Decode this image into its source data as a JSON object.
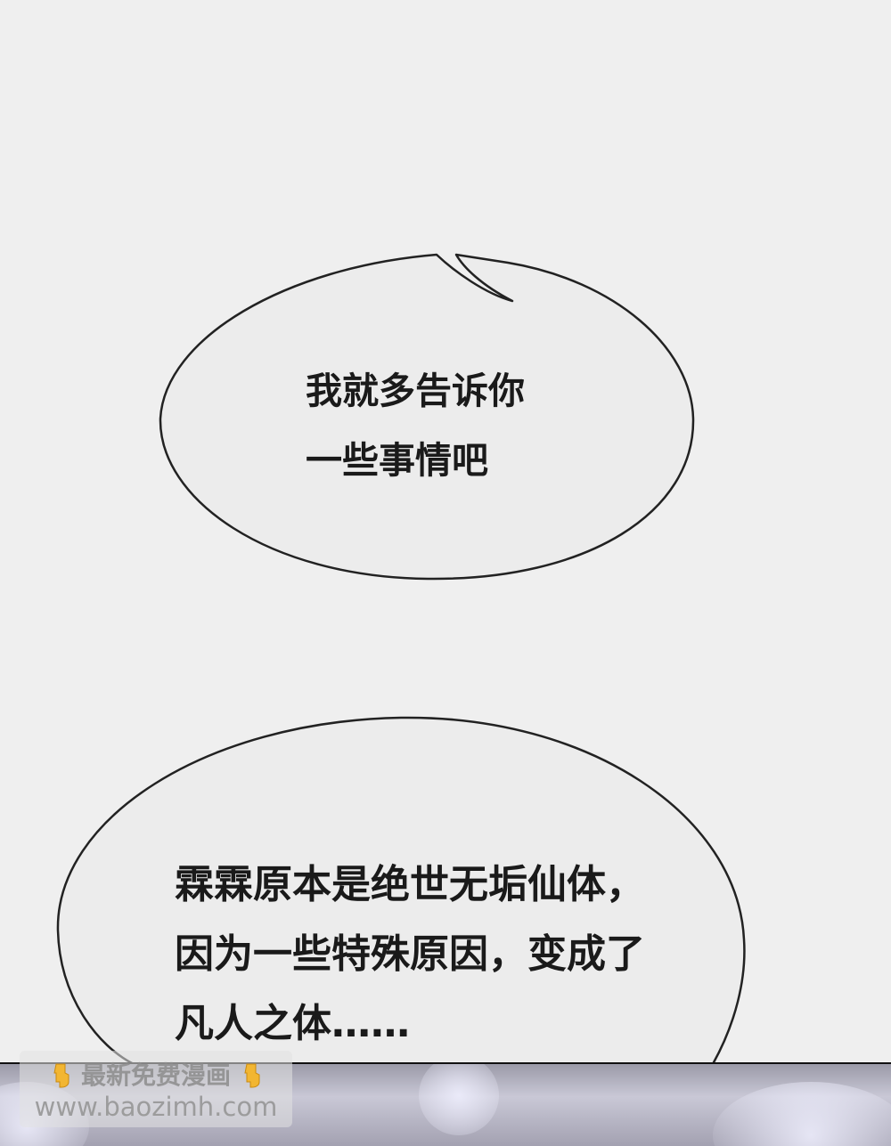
{
  "bubble_1": {
    "lines": [
      "我就多告诉你",
      "一些事情吧"
    ]
  },
  "bubble_2": {
    "lines": [
      "霖霖原本是绝世无垢仙体，",
      "因为一些特殊原因，变成了",
      "凡人之体……"
    ]
  },
  "watermark": {
    "line1": "最新免费漫画",
    "line2": "www.baozimh.com",
    "icon": "pointing-down-hand-icon",
    "icon_color": "#f2b632"
  },
  "colors": {
    "page_background": "#efefef",
    "bubble_fill": "#ececec",
    "bubble_outline": "#222222",
    "text": "#1a1a1a"
  }
}
